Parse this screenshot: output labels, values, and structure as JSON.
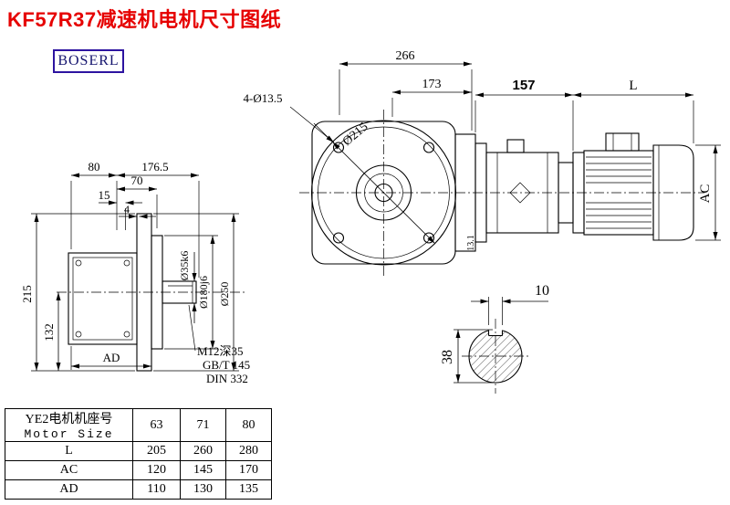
{
  "page": {
    "title": "KF57R37减速机电机尺寸图纸",
    "logo": "BOSERL"
  },
  "colors": {
    "title_red": "#e60000",
    "logo_border_blue": "#2d14a0",
    "line_black": "#000000"
  },
  "front_view": {
    "dim_266": "266",
    "dim_173": "173",
    "bolt_holes": "4-Ø13.5",
    "dia_215": "Ø215",
    "dim_13_1": "13.1"
  },
  "motor_view": {
    "dim_157": "157",
    "dim_L": "L",
    "dim_AC": "AC"
  },
  "side_view": {
    "dim_80": "80",
    "dim_176_5": "176.5",
    "dim_70": "70",
    "dim_15": "15",
    "dim_4": "4",
    "dim_215": "215",
    "dim_132": "132",
    "dim_AD": "AD",
    "dia_shaft": "Ø35k6",
    "dia_hub": "Ø180j6",
    "dia_flange": "Ø250",
    "note_tap": "M12深35",
    "note_gb": "GB/T 145",
    "note_din": "DIN 332"
  },
  "key_section": {
    "dim_10": "10",
    "dim_38": "38"
  },
  "table": {
    "header_line1": "YE2电机机座号",
    "header_line2": "Motor Size",
    "sizes": [
      "63",
      "71",
      "80"
    ],
    "rows": [
      {
        "label": "L",
        "values": [
          "205",
          "260",
          "280"
        ]
      },
      {
        "label": "AC",
        "values": [
          "120",
          "145",
          "170"
        ]
      },
      {
        "label": "AD",
        "values": [
          "110",
          "130",
          "135"
        ]
      }
    ]
  }
}
